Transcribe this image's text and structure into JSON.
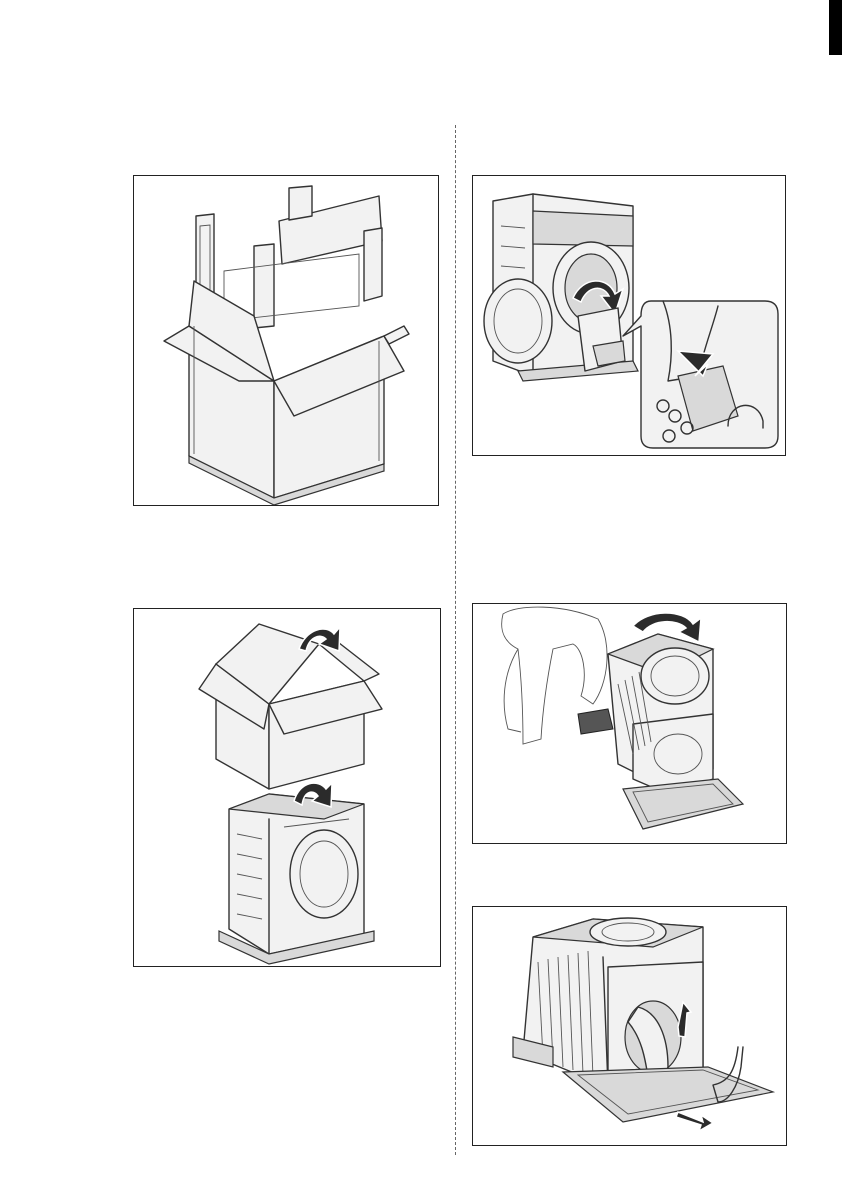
{
  "document": {
    "figures": [
      {
        "id": "fig-1",
        "icon": "remove-polystyrene-pieces-illustration"
      },
      {
        "id": "fig-2",
        "icon": "remove-transit-bolt-hose-illustration"
      },
      {
        "id": "fig-3",
        "icon": "lift-carton-off-appliance-illustration"
      },
      {
        "id": "fig-4",
        "icon": "tilt-appliance-backwards-illustration"
      },
      {
        "id": "fig-5",
        "icon": "remove-base-polystyrene-illustration"
      }
    ]
  }
}
